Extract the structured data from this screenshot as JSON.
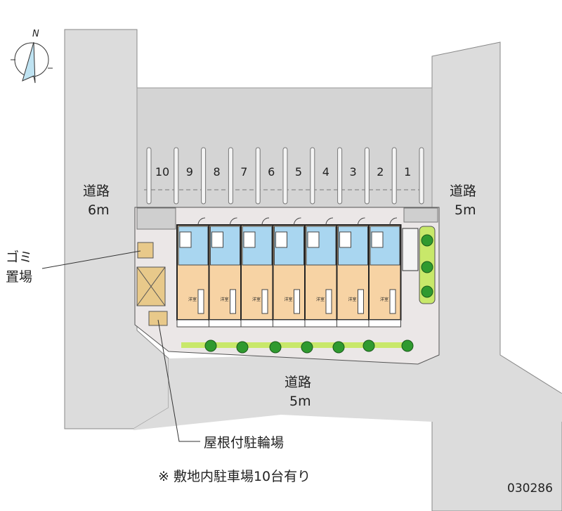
{
  "compass": {
    "north_label": "N"
  },
  "roads": {
    "west": {
      "line1": "道路",
      "line2": "6m"
    },
    "east": {
      "line1": "道路",
      "line2": "5m"
    },
    "south": {
      "line1": "道路",
      "line2": "5m"
    }
  },
  "parking": {
    "stall_numbers": [
      "10",
      "9",
      "8",
      "7",
      "6",
      "5",
      "4",
      "3",
      "2",
      "1"
    ]
  },
  "building": {
    "unit_count": 7,
    "room_label": "洋室"
  },
  "callouts": {
    "garbage_line1": "ゴミ",
    "garbage_line2": "置場",
    "bicycle": "屋根付駐輪場"
  },
  "footnote": "※ 敷地内駐車場10台有り",
  "code": "030286",
  "colors": {
    "road": "#dcdcdc",
    "lot": "#ebe7e7",
    "room": "#f7d3a4",
    "wet": "#a9d6f0",
    "tree": "#2f9a2f",
    "hedge": "#c8e86a"
  }
}
